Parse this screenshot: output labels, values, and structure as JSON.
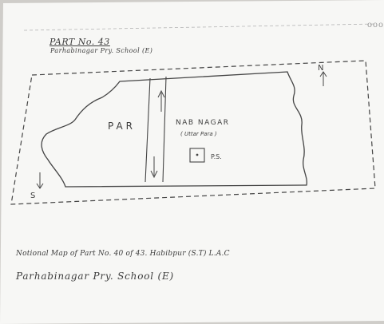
{
  "header": {
    "part_title": "PART No. 43",
    "school_title": "Parhabinagar Pry. School (E)"
  },
  "map": {
    "north_label": "N",
    "south_label": "S",
    "left_region_label": "PAR",
    "right_region_label": "NAB NAGAR",
    "right_region_sublabel": "( Uttar Para )",
    "polling_station_label": "P.S.",
    "polling_station_icon": "square-dot-icon",
    "road_arrow_icon": "arrow-icon"
  },
  "footer": {
    "notional_caption": "Notional Map of Part No. 40 of 43. Habibpur (S.T) L.A.C",
    "school_caption": "Parhabinagar Pry. School (E)"
  },
  "top_right_mark": "ooo",
  "colors": {
    "paper": "#f7f7f5",
    "shadow_background": "#cfcdc9",
    "ink": "#3c3c3c"
  }
}
